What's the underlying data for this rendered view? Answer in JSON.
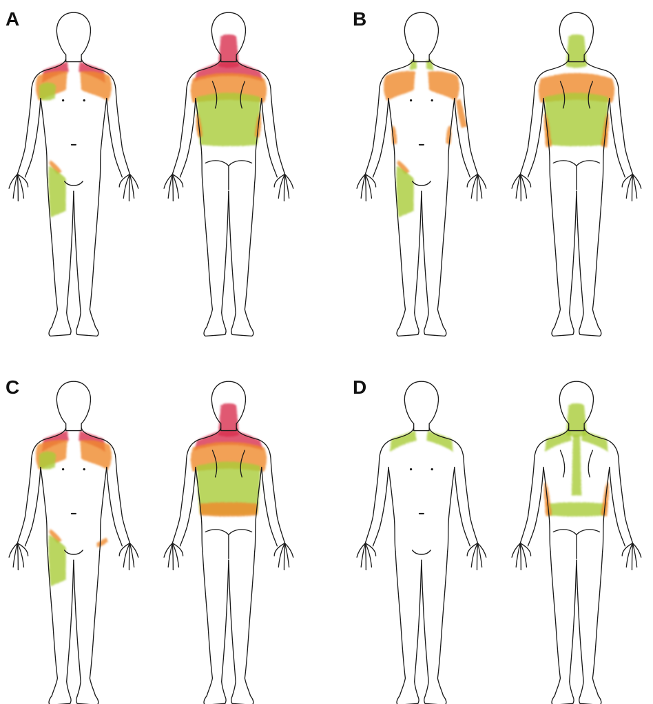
{
  "panels": [
    {
      "label": "A",
      "front": [
        {
          "region": "left-shoulder-top",
          "color": "red"
        },
        {
          "region": "right-shoulder-top",
          "color": "red"
        },
        {
          "region": "left-shoulder",
          "color": "orange"
        },
        {
          "region": "right-shoulder",
          "color": "orange"
        },
        {
          "region": "left-chest-upper",
          "color": "green"
        },
        {
          "region": "right-hip-top",
          "color": "orange"
        },
        {
          "region": "right-thigh",
          "color": "green"
        }
      ],
      "back": [
        {
          "region": "neck",
          "color": "red"
        },
        {
          "region": "upper-back-top",
          "color": "red"
        },
        {
          "region": "upper-back",
          "color": "orange"
        },
        {
          "region": "mid-back",
          "color": "green"
        },
        {
          "region": "left-flank",
          "color": "orange"
        },
        {
          "region": "right-flank",
          "color": "orange"
        }
      ]
    },
    {
      "label": "B",
      "front": [
        {
          "region": "left-shoulder",
          "color": "orange"
        },
        {
          "region": "right-shoulder",
          "color": "orange"
        },
        {
          "region": "left-neck-base",
          "color": "green"
        },
        {
          "region": "right-neck-base",
          "color": "green"
        },
        {
          "region": "left-arm-upper",
          "color": "orange"
        },
        {
          "region": "left-waist",
          "color": "orange"
        },
        {
          "region": "right-waist",
          "color": "orange"
        },
        {
          "region": "right-hip-top",
          "color": "orange"
        },
        {
          "region": "right-thigh",
          "color": "green"
        }
      ],
      "back": [
        {
          "region": "neck",
          "color": "green"
        },
        {
          "region": "upper-back",
          "color": "orange"
        },
        {
          "region": "mid-back",
          "color": "green"
        },
        {
          "region": "left-flank",
          "color": "orange"
        },
        {
          "region": "right-flank",
          "color": "orange"
        },
        {
          "region": "left-lower-flank",
          "color": "orange"
        },
        {
          "region": "right-lower-flank",
          "color": "orange"
        }
      ]
    },
    {
      "label": "C",
      "front": [
        {
          "region": "left-shoulder-top",
          "color": "red"
        },
        {
          "region": "right-shoulder-top",
          "color": "red"
        },
        {
          "region": "left-shoulder",
          "color": "orange"
        },
        {
          "region": "right-shoulder",
          "color": "orange"
        },
        {
          "region": "left-chest-upper",
          "color": "green"
        },
        {
          "region": "right-hip-top",
          "color": "orange"
        },
        {
          "region": "left-hip-top",
          "color": "orange"
        },
        {
          "region": "right-thigh",
          "color": "green"
        }
      ],
      "back": [
        {
          "region": "neck",
          "color": "red"
        },
        {
          "region": "upper-back-top",
          "color": "red"
        },
        {
          "region": "upper-back",
          "color": "orange"
        },
        {
          "region": "mid-back",
          "color": "green"
        },
        {
          "region": "lower-back-band",
          "color": "orange"
        }
      ]
    },
    {
      "label": "D",
      "front": [
        {
          "region": "left-shoulder-top",
          "color": "green"
        },
        {
          "region": "right-shoulder-top",
          "color": "green"
        }
      ],
      "back": [
        {
          "region": "neck",
          "color": "green"
        },
        {
          "region": "spine",
          "color": "green"
        },
        {
          "region": "left-shoulder-top",
          "color": "green"
        },
        {
          "region": "right-shoulder-top",
          "color": "green"
        },
        {
          "region": "lower-back-band",
          "color": "green"
        },
        {
          "region": "left-lower-flank",
          "color": "orange"
        },
        {
          "region": "right-lower-flank",
          "color": "orange"
        },
        {
          "region": "left-flank",
          "color": "orange"
        },
        {
          "region": "right-flank",
          "color": "orange"
        }
      ]
    }
  ],
  "colors": {
    "red": "#d8304f",
    "orange": "#ef8a2c",
    "green": "#a9cc3a",
    "outline": "#1a1a1a"
  }
}
